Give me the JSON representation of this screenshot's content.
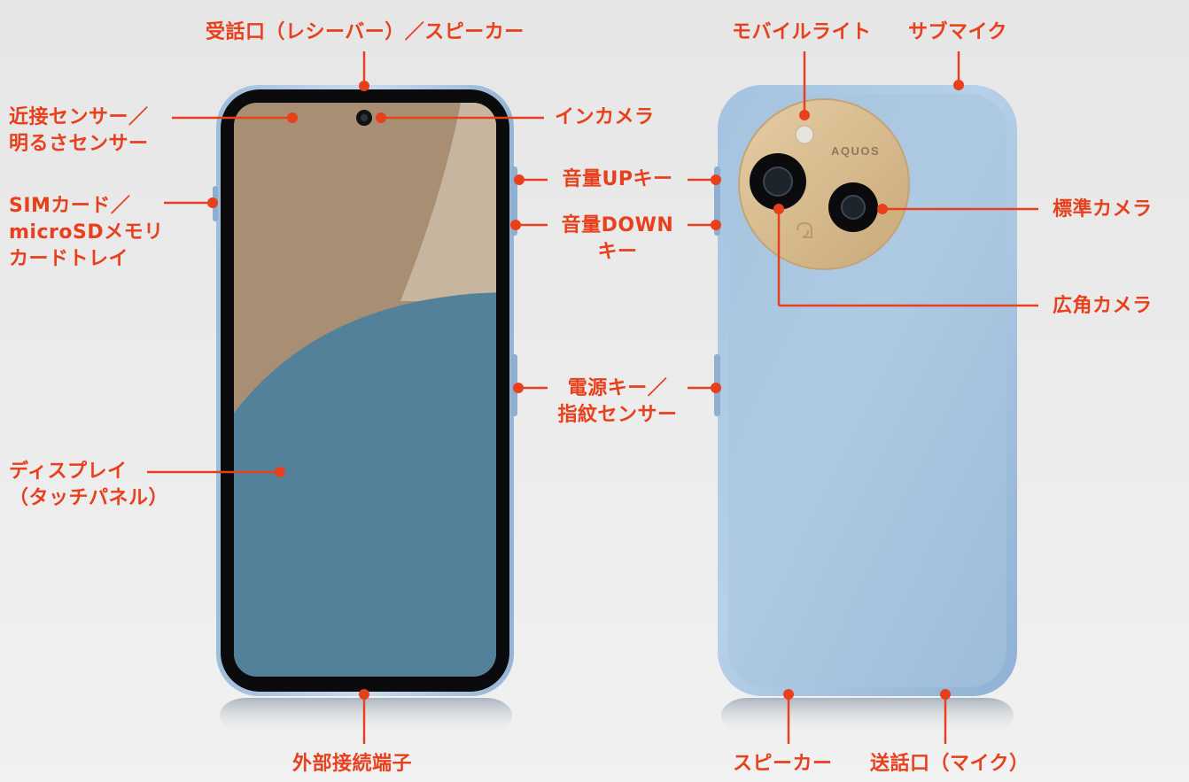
{
  "labels": {
    "receiver_speaker": "受話口（レシーバー）／スピーカー",
    "proximity_sensor": "近接センサー／\n明るさセンサー",
    "sim_tray": "SIMカード／\nmicroSDメモリ\nカードトレイ",
    "front_camera": "インカメラ",
    "volume_up": "音量UPキー",
    "volume_down": "音量DOWN\nキー",
    "power_key": "電源キー／\n指紋センサー",
    "display": "ディスプレイ\n（タッチパネル）",
    "external_port": "外部接続端子",
    "mobile_light": "モバイルライト",
    "sub_mic": "サブマイク",
    "standard_camera": "標準カメラ",
    "wide_camera": "広角カメラ",
    "speaker": "スピーカー",
    "mouthpiece": "送話口（マイク）"
  },
  "phone": {
    "brand": "AQUOS"
  },
  "colors": {
    "accent": "#e8401c",
    "phone_frame": "#a9c6e2",
    "display_sand": "#a88f73",
    "display_blue": "#53819a",
    "camera_ring": "#d6b98f"
  }
}
